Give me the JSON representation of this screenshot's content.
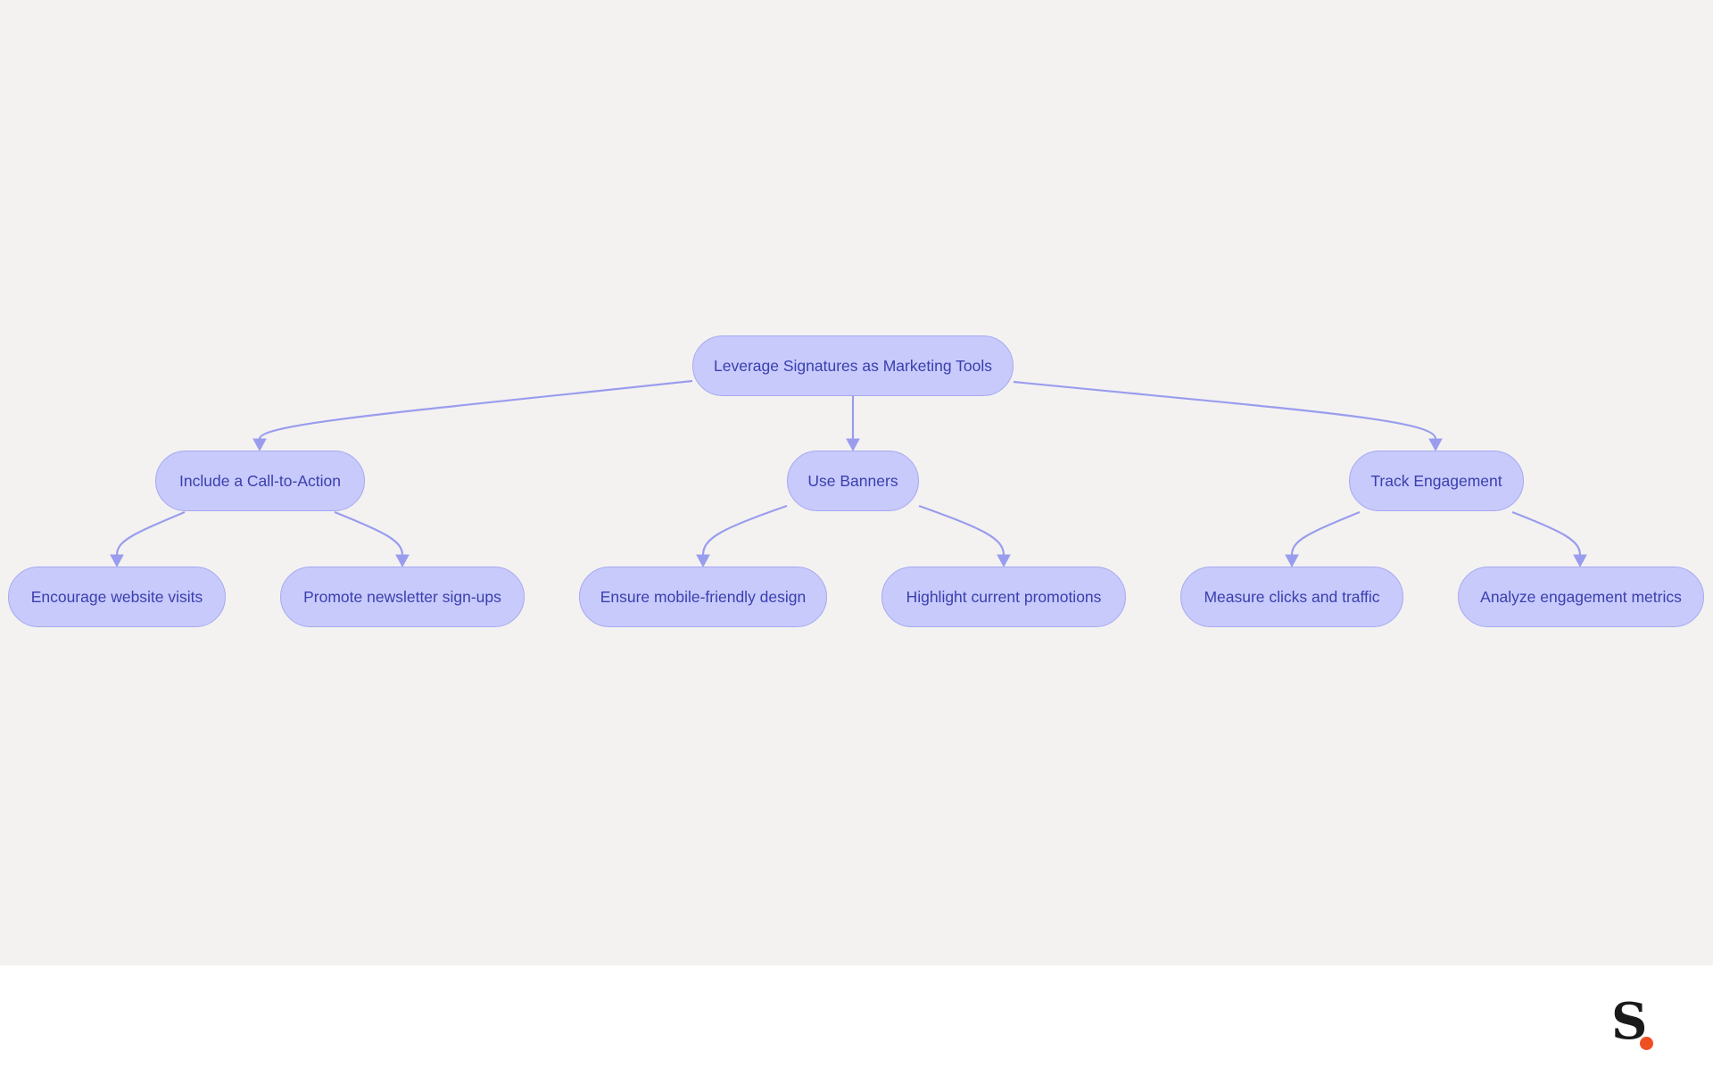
{
  "diagram": {
    "root": {
      "label": "Leverage Signatures as Marketing Tools"
    },
    "branches": [
      {
        "label": "Include a Call-to-Action",
        "children": [
          "Encourage website visits",
          "Promote newsletter sign-ups"
        ]
      },
      {
        "label": "Use Banners",
        "children": [
          "Ensure mobile-friendly design",
          "Highlight current promotions"
        ]
      },
      {
        "label": "Track Engagement",
        "children": [
          "Measure clicks and traffic",
          "Analyze engagement metrics"
        ]
      }
    ]
  },
  "colors": {
    "background": "#f3f2f1",
    "node_fill": "#c8cafb",
    "node_border": "#a6a9f0",
    "node_text": "#3a3fae",
    "edge": "#9a9ded",
    "logo_letter": "#1a1a1a",
    "logo_dot": "#f04e23"
  },
  "logo": {
    "letter": "S"
  }
}
